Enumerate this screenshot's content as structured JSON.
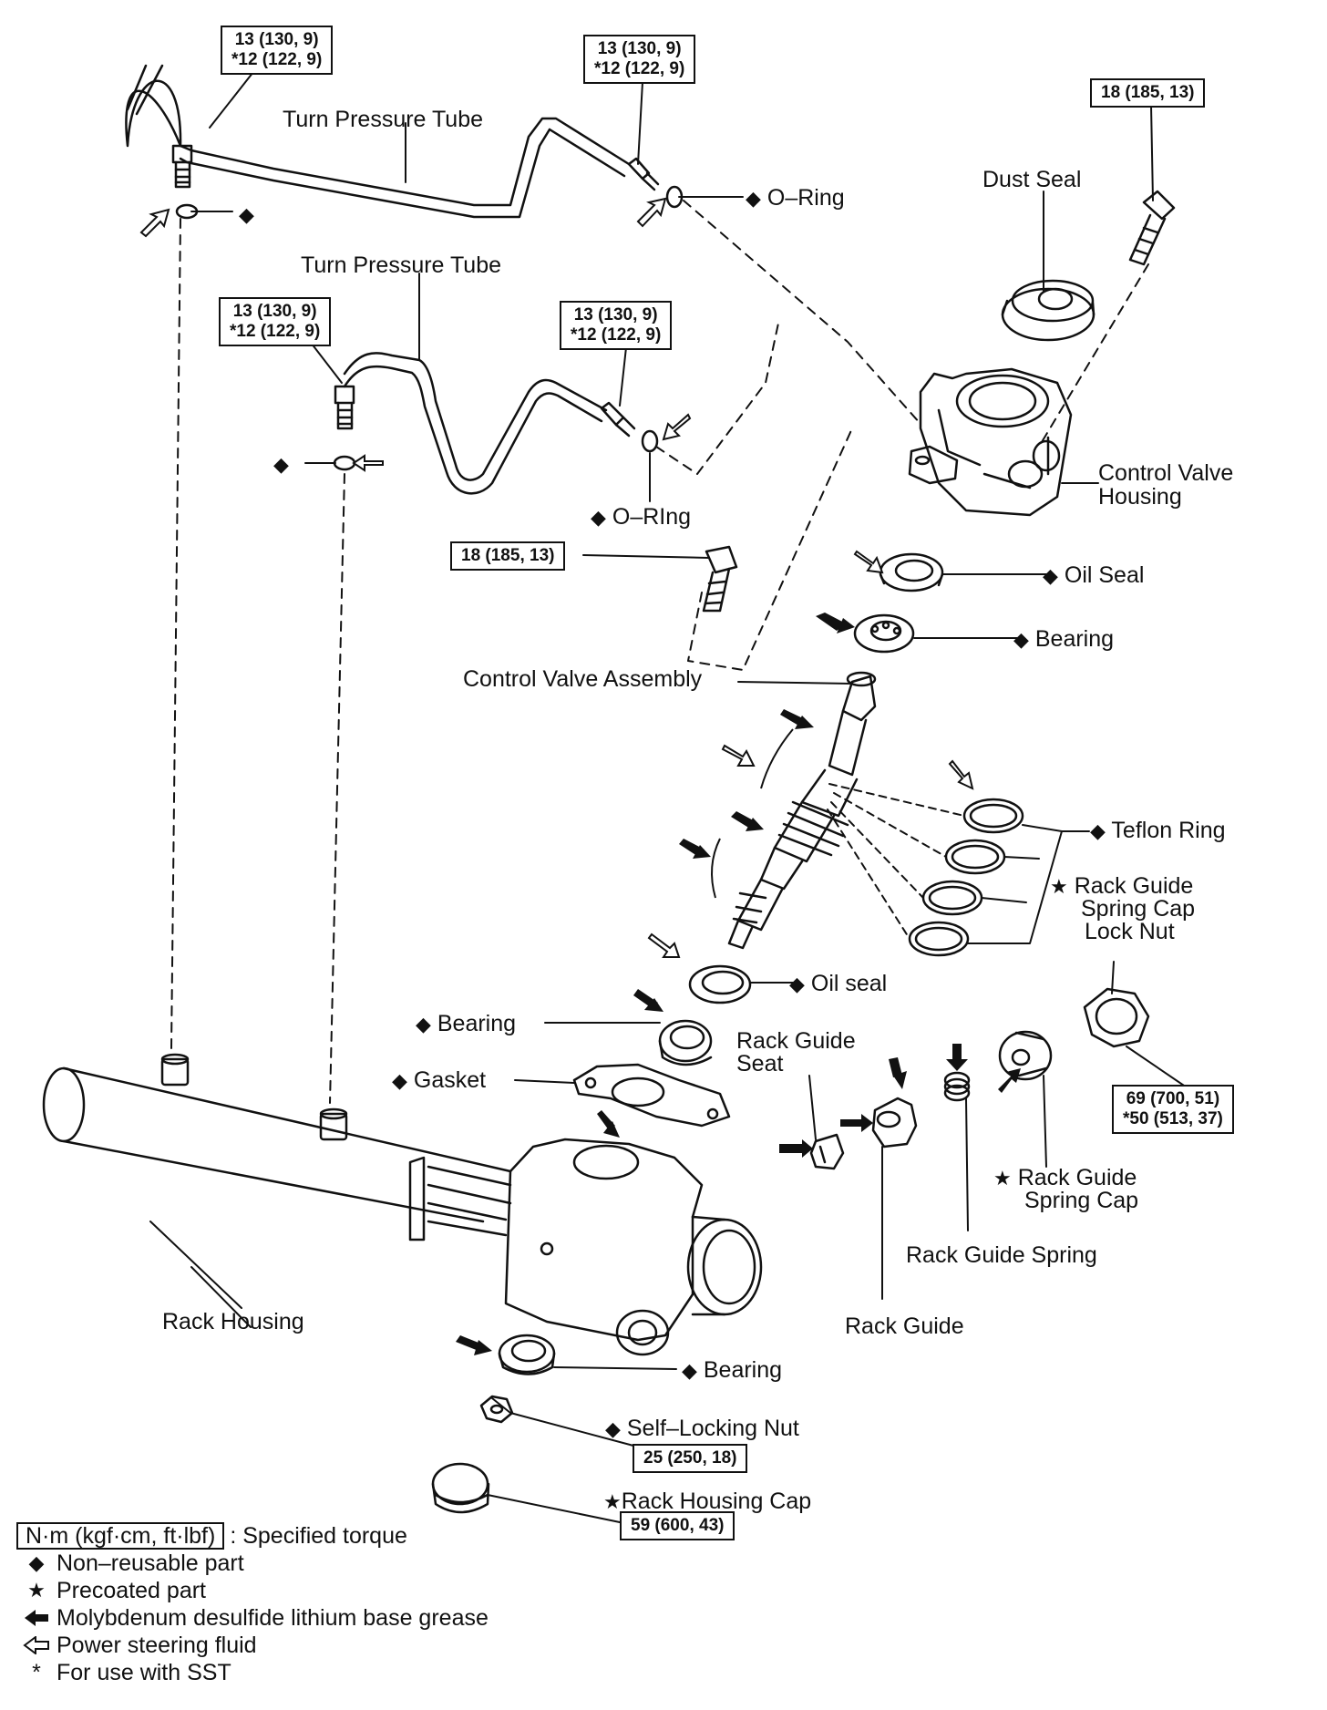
{
  "symbols": {
    "diamond": "◆",
    "star": "★",
    "asterisk": "*"
  },
  "torque_specs": {
    "tube1_left": [
      "13 (130, 9)",
      "*12 (122, 9)"
    ],
    "tube1_right": [
      "13 (130, 9)",
      "*12 (122, 9)"
    ],
    "tube2_left": [
      "13 (130, 9)",
      "*12 (122, 9)"
    ],
    "tube2_right": [
      "13 (130, 9)",
      "*12 (122, 9)"
    ],
    "housing_bolt_top": [
      "18 (185, 13)"
    ],
    "housing_bolt_mid": [
      "18 (185, 13)"
    ],
    "lock_nut": [
      "69 (700, 51)",
      "*50 (513, 37)"
    ],
    "self_locking_nut": [
      "25 (250, 18)"
    ],
    "rack_housing_cap": [
      "59 (600, 43)"
    ]
  },
  "labels": {
    "turn_pressure_tube_1": "Turn Pressure Tube",
    "turn_pressure_tube_2": "Turn Pressure Tube",
    "o_ring_1": "O–Ring",
    "o_ring_2": "O–RIng",
    "dust_seal": "Dust Seal",
    "control_valve_housing": [
      "Control Valve",
      "Housing"
    ],
    "oil_seal_top": "Oil Seal",
    "bearing_top": "Bearing",
    "control_valve_assembly": "Control Valve Assembly",
    "teflon_ring": "Teflon Ring",
    "rack_guide_spring_cap_lock_nut": [
      "Rack Guide",
      "Spring Cap",
      "Lock Nut"
    ],
    "oil_seal_bottom": "Oil seal",
    "bearing_mid": "Bearing",
    "rack_guide_seat": [
      "Rack Guide",
      "Seat"
    ],
    "gasket": "Gasket",
    "rack_guide_spring_cap": [
      "Rack Guide",
      "Spring Cap"
    ],
    "rack_guide_spring": "Rack Guide Spring",
    "rack_housing": "Rack Housing",
    "rack_guide": "Rack Guide",
    "bearing_bottom": "Bearing",
    "self_locking_nut": "Self–Locking Nut",
    "rack_housing_cap": "Rack Housing Cap"
  },
  "legend": {
    "torque_unit": "N·m (kgf·cm, ft·lbf)",
    "torque_desc": ": Specified torque",
    "non_reusable": "Non–reusable part",
    "precoated": "Precoated part",
    "molybdenum": "Molybdenum desulfide lithium base grease",
    "ps_fluid": "Power steering fluid",
    "sst": "For use with SST"
  }
}
